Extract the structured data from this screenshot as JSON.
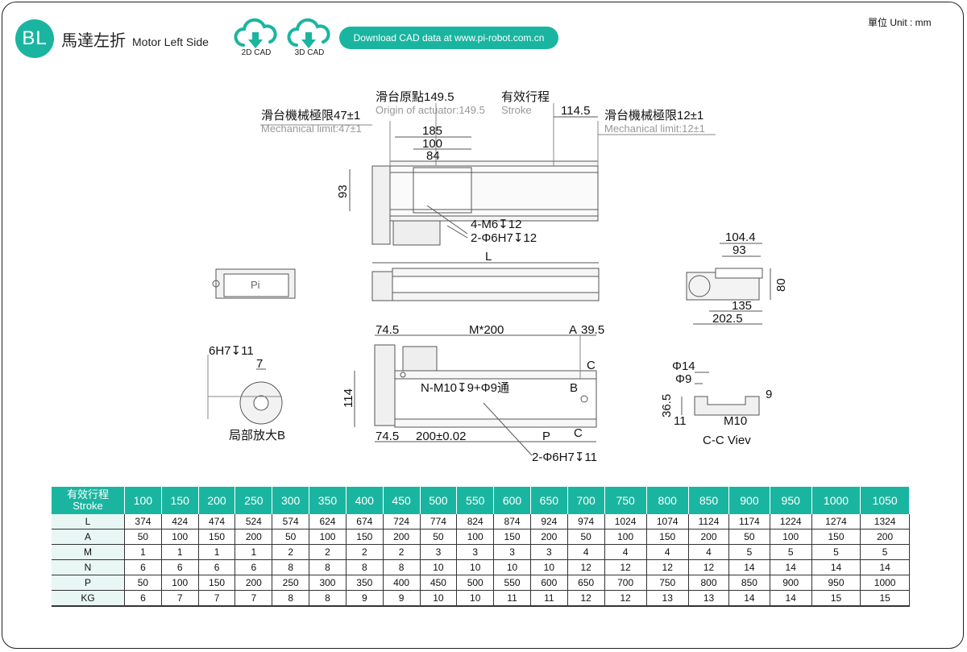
{
  "header": {
    "badge": "BL",
    "title_cn": "馬達左折",
    "title_en": "Motor Left Side",
    "cad2d_label": "2D CAD",
    "cad3d_label": "3D CAD",
    "download_label": "Download CAD data at www.pi-robot.com.cn",
    "unit": "單位 Unit : mm"
  },
  "drawing": {
    "origin_cn": "滑台原點149.5",
    "origin_en": "Origin of actuator:149.5",
    "stroke_cn": "有效行程",
    "stroke_en": "Stroke",
    "mech_left_cn": "滑台機械極限47±1",
    "mech_left_en": "Mechanical limit:47±1",
    "mech_right_cn": "滑台機械極限12±1",
    "mech_right_en": "Mechanical limit:12±1",
    "d114_5": "114.5",
    "d185": "185",
    "d100": "100",
    "d84": "84",
    "d93": "93",
    "m6": "4-M6↧12",
    "phi6a": "2-Φ6H7↧12",
    "L": "L",
    "d104_4": "104.4",
    "d93b": "93",
    "d80": "80",
    "d135": "135",
    "d202_5": "202.5",
    "d74_5a": "74.5",
    "m200": "M*200",
    "A": "A",
    "d39_5": "39.5",
    "C1": "C",
    "B1": "B",
    "nm10": "N-M10↧9+Φ9通",
    "d114": "114",
    "d74_5b": "74.5",
    "d200": "200±0.02",
    "P": "P",
    "C2": "C",
    "phi6b": "2-Φ6H7↧11",
    "h7": "6H7↧11",
    "d7": "7",
    "local_b": "局部放大B",
    "phi14": "Φ14",
    "phi9": "Φ9",
    "d9": "9",
    "d36_5": "36.5",
    "d11": "11",
    "m10": "M10",
    "cc": "C-C Viev",
    "logo": "Pi"
  },
  "table": {
    "stroke_header_cn": "有效行程",
    "stroke_header_en": "Stroke",
    "strokes": [
      "100",
      "150",
      "200",
      "250",
      "300",
      "350",
      "400",
      "450",
      "500",
      "550",
      "600",
      "650",
      "700",
      "750",
      "800",
      "850",
      "900",
      "950",
      "1000",
      "1050"
    ],
    "rows": [
      {
        "label": "L",
        "values": [
          "374",
          "424",
          "474",
          "524",
          "574",
          "624",
          "674",
          "724",
          "774",
          "824",
          "874",
          "924",
          "974",
          "1024",
          "1074",
          "1124",
          "1174",
          "1224",
          "1274",
          "1324"
        ]
      },
      {
        "label": "A",
        "values": [
          "50",
          "100",
          "150",
          "200",
          "50",
          "100",
          "150",
          "200",
          "50",
          "100",
          "150",
          "200",
          "50",
          "100",
          "150",
          "200",
          "50",
          "100",
          "150",
          "200"
        ]
      },
      {
        "label": "M",
        "values": [
          "1",
          "1",
          "1",
          "1",
          "2",
          "2",
          "2",
          "2",
          "3",
          "3",
          "3",
          "3",
          "4",
          "4",
          "4",
          "4",
          "5",
          "5",
          "5",
          "5"
        ]
      },
      {
        "label": "N",
        "values": [
          "6",
          "6",
          "6",
          "6",
          "8",
          "8",
          "8",
          "8",
          "10",
          "10",
          "10",
          "10",
          "12",
          "12",
          "12",
          "12",
          "14",
          "14",
          "14",
          "14"
        ]
      },
      {
        "label": "P",
        "values": [
          "50",
          "100",
          "150",
          "200",
          "250",
          "300",
          "350",
          "400",
          "450",
          "500",
          "550",
          "600",
          "650",
          "700",
          "750",
          "800",
          "850",
          "900",
          "950",
          "1000"
        ]
      },
      {
        "label": "KG",
        "values": [
          "6",
          "7",
          "7",
          "7",
          "8",
          "8",
          "9",
          "9",
          "10",
          "10",
          "11",
          "11",
          "12",
          "12",
          "13",
          "13",
          "14",
          "14",
          "15",
          "15"
        ]
      }
    ]
  },
  "colors": {
    "accent": "#1ab5a0"
  }
}
